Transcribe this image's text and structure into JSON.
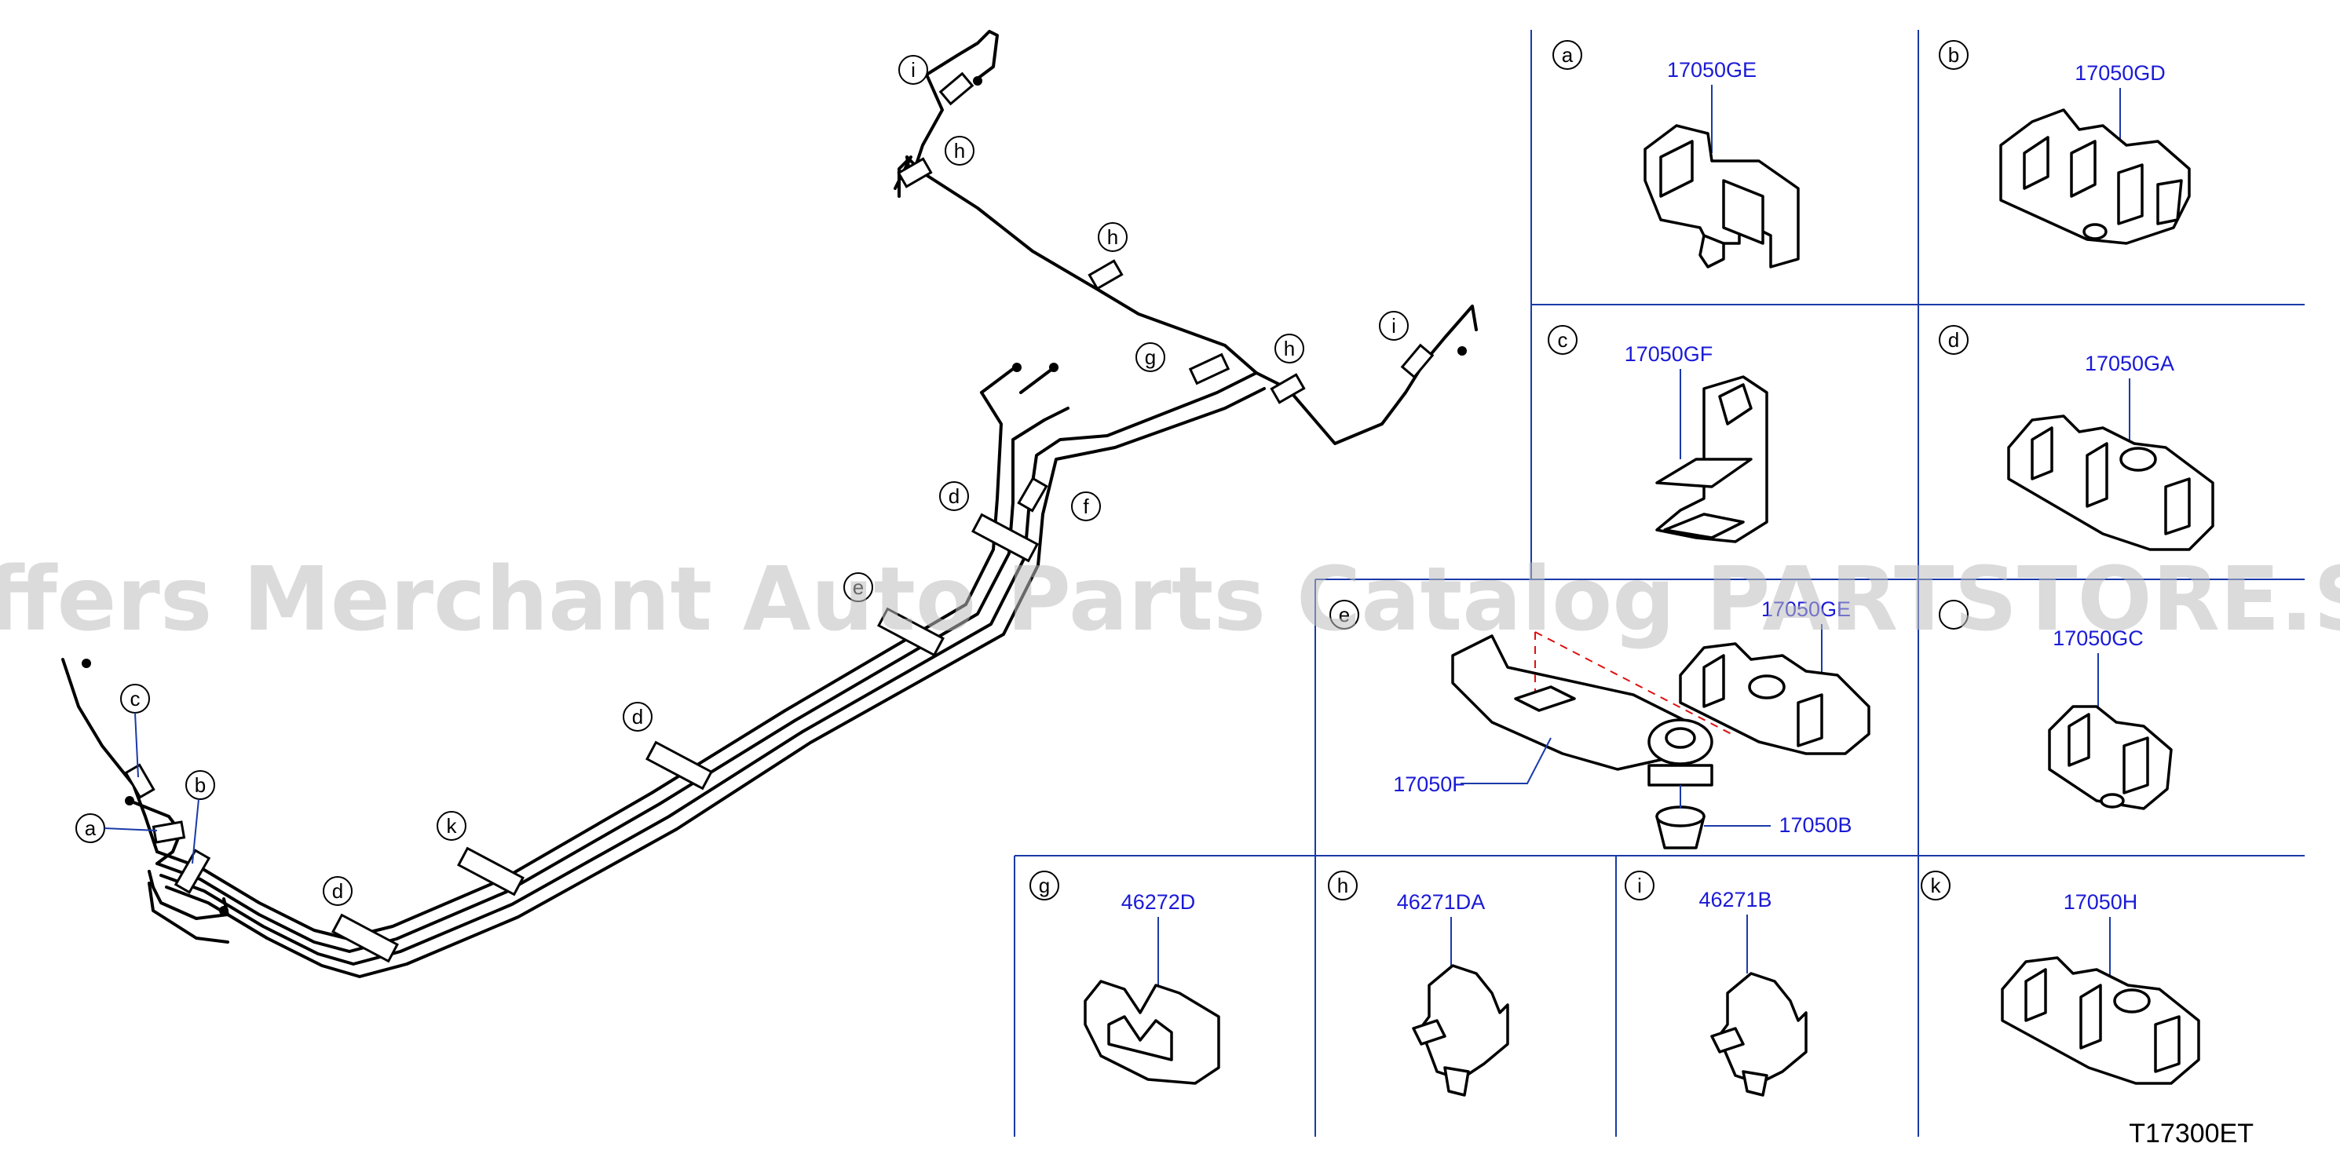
{
  "callouts": {
    "a": "a",
    "b": "b",
    "c": "c",
    "d": "d",
    "e": "e",
    "f": "f",
    "g": "g",
    "h": "h",
    "i": "i",
    "k": "k"
  },
  "parts": {
    "a": "17050GE",
    "b": "17050GD",
    "c": "17050GF",
    "d": "17050GA",
    "e_main": "17050GE",
    "e_bracket": "17050F",
    "e_grommet": "17050B",
    "e_right": "17050GC",
    "g": "46272D",
    "h": "46271DA",
    "i": "46271B",
    "k": "17050H"
  },
  "reference": "T17300ET",
  "watermark": "Offers Merchant Auto Parts Catalog PARTSTORE.SA",
  "colors": {
    "part_number": "#1a1ad6",
    "grid": "#1a3aa8",
    "watermark": "#bdbdbd"
  }
}
